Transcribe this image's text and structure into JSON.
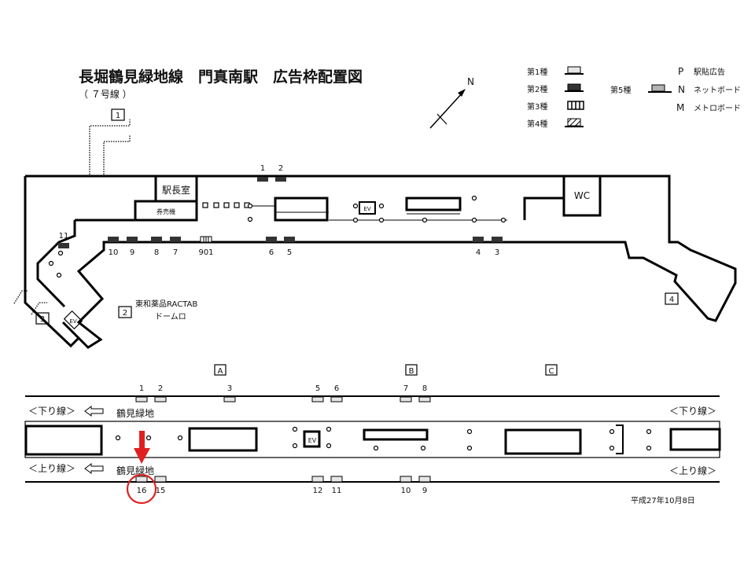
{
  "title": "長堀鶴見緑地線　門真南駅　広告枠配置図",
  "subtitle": "（ ７号線 ）",
  "north_label": "N",
  "legend": {
    "types": [
      {
        "label": "第1種",
        "color": "#e6e6e6"
      },
      {
        "label": "第2種",
        "color": "#333333"
      },
      {
        "label": "第3種",
        "pattern": "vertical-stripes"
      },
      {
        "label": "第4種",
        "pattern": "diagonal-hatch"
      }
    ],
    "type5": {
      "label": "第5種",
      "color": "#b3b3b3"
    },
    "codes": [
      {
        "code": "P",
        "label": "駅貼広告"
      },
      {
        "code": "N",
        "label": "ネットボード"
      },
      {
        "code": "M",
        "label": "メトロボード"
      }
    ]
  },
  "concourse": {
    "rooms": {
      "station_master": "駅長室",
      "ticket_machines": "券売機",
      "wc": "WC",
      "ev": "EV"
    },
    "exits": [
      "1",
      "2",
      "3",
      "4"
    ],
    "exit2_name_line1": "東和薬品RACTAB",
    "exit2_name_line2": "ドームロ",
    "ads_top": [
      "1",
      "2"
    ],
    "ads_bottom": [
      "10",
      "9",
      "8",
      "7",
      "901",
      "6",
      "5",
      "4",
      "3"
    ],
    "ad_11": "11"
  },
  "platform": {
    "sections": [
      "A",
      "B",
      "C"
    ],
    "ev": "EV",
    "down_line": "＜下り線＞",
    "up_line": "＜上り線＞",
    "destination": "鶴見緑地",
    "ads_top": [
      "1",
      "2",
      "3",
      "5",
      "6",
      "7",
      "8"
    ],
    "ads_bottom": [
      "16",
      "15",
      "12",
      "11",
      "10",
      "9"
    ],
    "highlighted_ad": "16",
    "highlight_color": "#e02020"
  },
  "date": "平成27年10月8日"
}
